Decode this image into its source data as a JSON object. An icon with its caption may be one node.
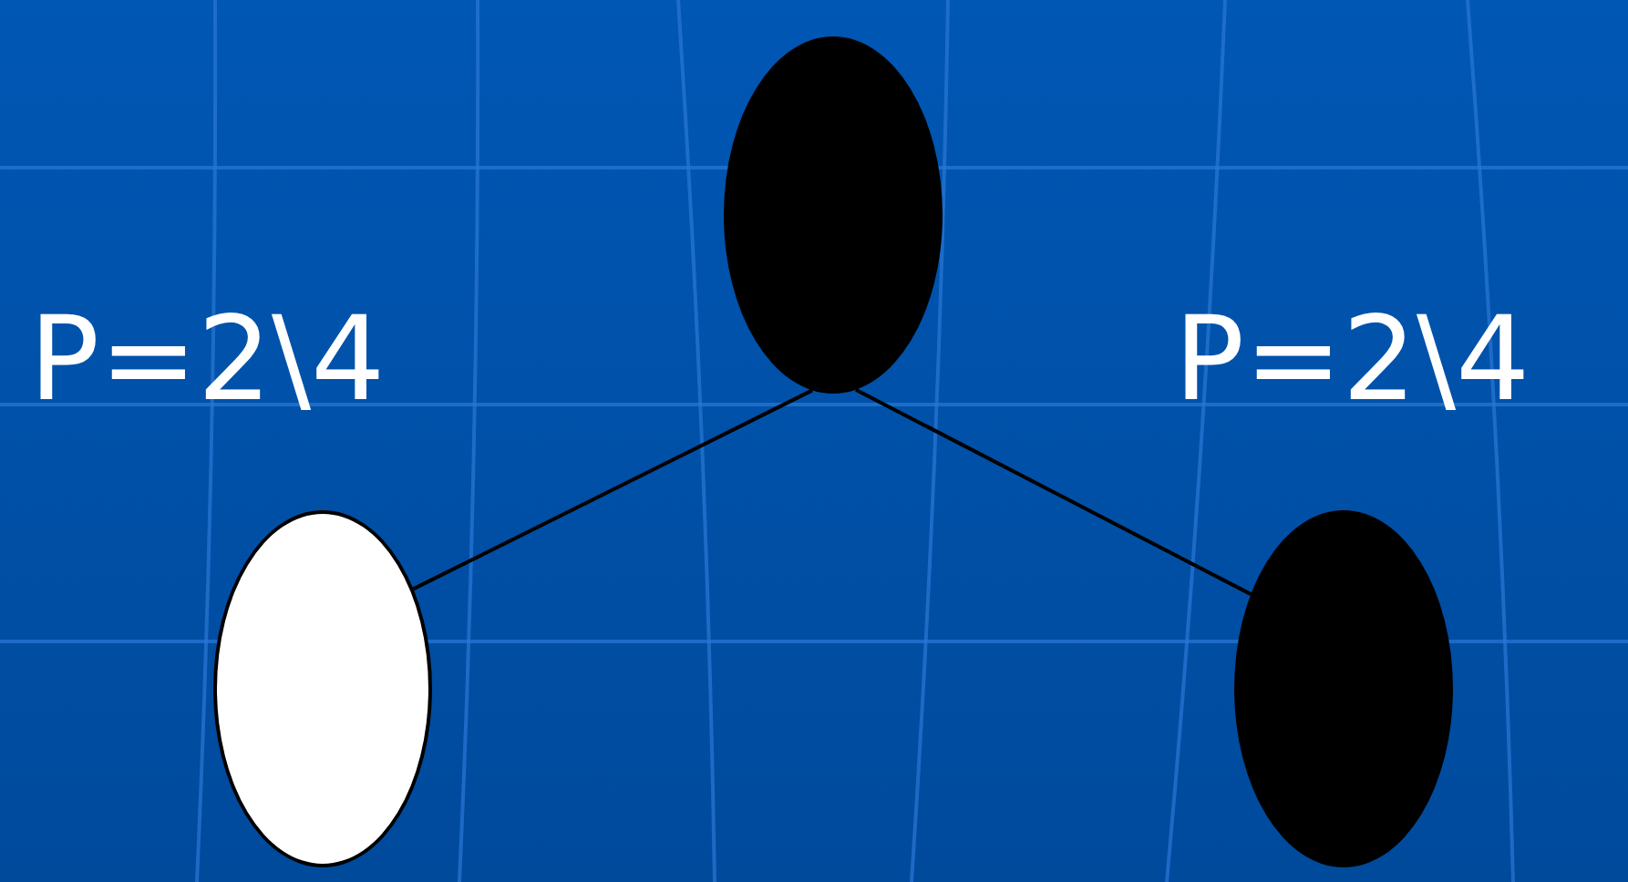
{
  "diagram": {
    "nodes": [
      {
        "text": [],
        "shape": "circle"
      },
      {
        "text": [],
        "shape": "circle"
      },
      {
        "text": [],
        "shape": "circle"
      }
    ],
    "edges": [
      {
        "from": 0,
        "to": 1,
        "arrow": "none"
      },
      {
        "from": 0,
        "to": 2,
        "arrow": "none"
      }
    ],
    "labels": [
      "P=2\\4",
      "P=2\\4"
    ]
  }
}
